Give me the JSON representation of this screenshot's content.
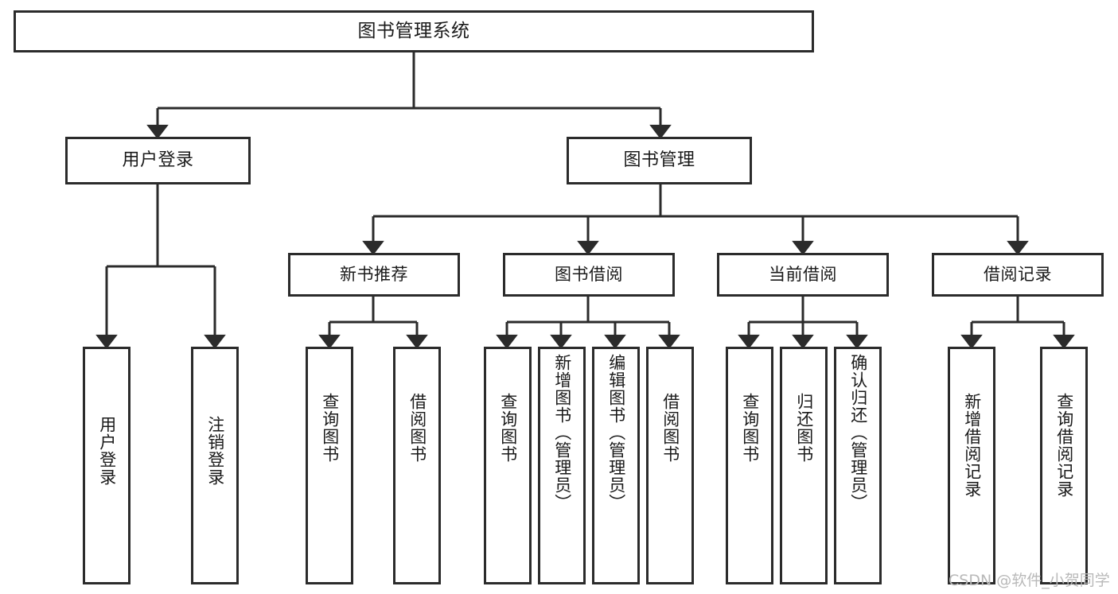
{
  "diagram": {
    "type": "tree-hierarchy",
    "title": "图书管理系统",
    "root": {
      "label": "图书管理系统"
    },
    "level2": [
      {
        "id": "user-login",
        "label": "用户登录"
      },
      {
        "id": "book-manage",
        "label": "图书管理"
      }
    ],
    "level3": [
      {
        "id": "new-book-recommend",
        "label": "新书推荐"
      },
      {
        "id": "book-borrow",
        "label": "图书借阅"
      },
      {
        "id": "current-borrow",
        "label": "当前借阅"
      },
      {
        "id": "borrow-record",
        "label": "借阅记录"
      }
    ],
    "leaves": [
      {
        "id": "leaf-user-login",
        "parent": "user-login",
        "label": "用户登录"
      },
      {
        "id": "leaf-logout",
        "parent": "user-login",
        "label": "注销登录"
      },
      {
        "id": "leaf-query-book-1",
        "parent": "new-book-recommend",
        "label": "查询图书"
      },
      {
        "id": "leaf-borrow-book-1",
        "parent": "new-book-recommend",
        "label": "借阅图书"
      },
      {
        "id": "leaf-query-book-2",
        "parent": "book-borrow",
        "label": "查询图书"
      },
      {
        "id": "leaf-add-book",
        "parent": "book-borrow",
        "label": "新增图书（管理员）"
      },
      {
        "id": "leaf-edit-book",
        "parent": "book-borrow",
        "label": "编辑图书（管理员）"
      },
      {
        "id": "leaf-borrow-book-2",
        "parent": "book-borrow",
        "label": "借阅图书"
      },
      {
        "id": "leaf-query-book-3",
        "parent": "current-borrow",
        "label": "查询图书"
      },
      {
        "id": "leaf-return-book",
        "parent": "current-borrow",
        "label": "归还图书"
      },
      {
        "id": "leaf-confirm-return",
        "parent": "current-borrow",
        "label": "确认归还（管理员）"
      },
      {
        "id": "leaf-add-record",
        "parent": "borrow-record",
        "label": "新增借阅记录"
      },
      {
        "id": "leaf-query-record",
        "parent": "borrow-record",
        "label": "查询借阅记录"
      }
    ],
    "colors": {
      "stroke": "#2b2b2b",
      "fill": "#ffffff",
      "text": "#1a1a1a",
      "watermark": "#b9b9b9"
    }
  },
  "watermark": {
    "text": "CSDN @软件_小贺同学"
  }
}
